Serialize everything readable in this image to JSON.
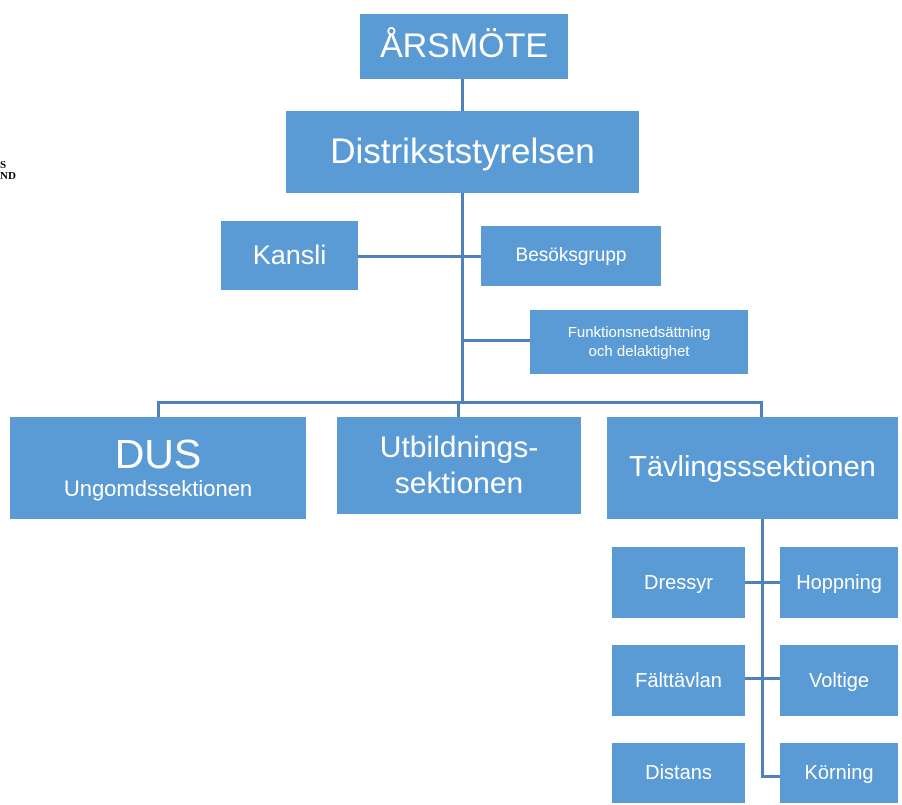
{
  "logo": {
    "line1": "S",
    "line2": "ND"
  },
  "nodes": {
    "arsmote": "ÅRSMÖTE",
    "distrikt": "Distrikststyrelsen",
    "kansli": "Kansli",
    "besok": "Besöksgrupp",
    "funk_line1": "Funktionsnedsättning",
    "funk_line2": "och delaktighet",
    "dus": "DUS",
    "dus_sub": "Ungomdssektionen",
    "utb_line1": "Utbildnings-",
    "utb_line2": "sektionen",
    "tavling": "Tävlingsssektionen",
    "dressyr": "Dressyr",
    "hoppning": "Hoppning",
    "falt": "Fälttävlan",
    "voltige": "Voltige",
    "distans": "Distans",
    "korning": "Körning"
  },
  "colors": {
    "box": "#5b9bd5",
    "line": "#4f81bd",
    "text": "#ffffff"
  }
}
